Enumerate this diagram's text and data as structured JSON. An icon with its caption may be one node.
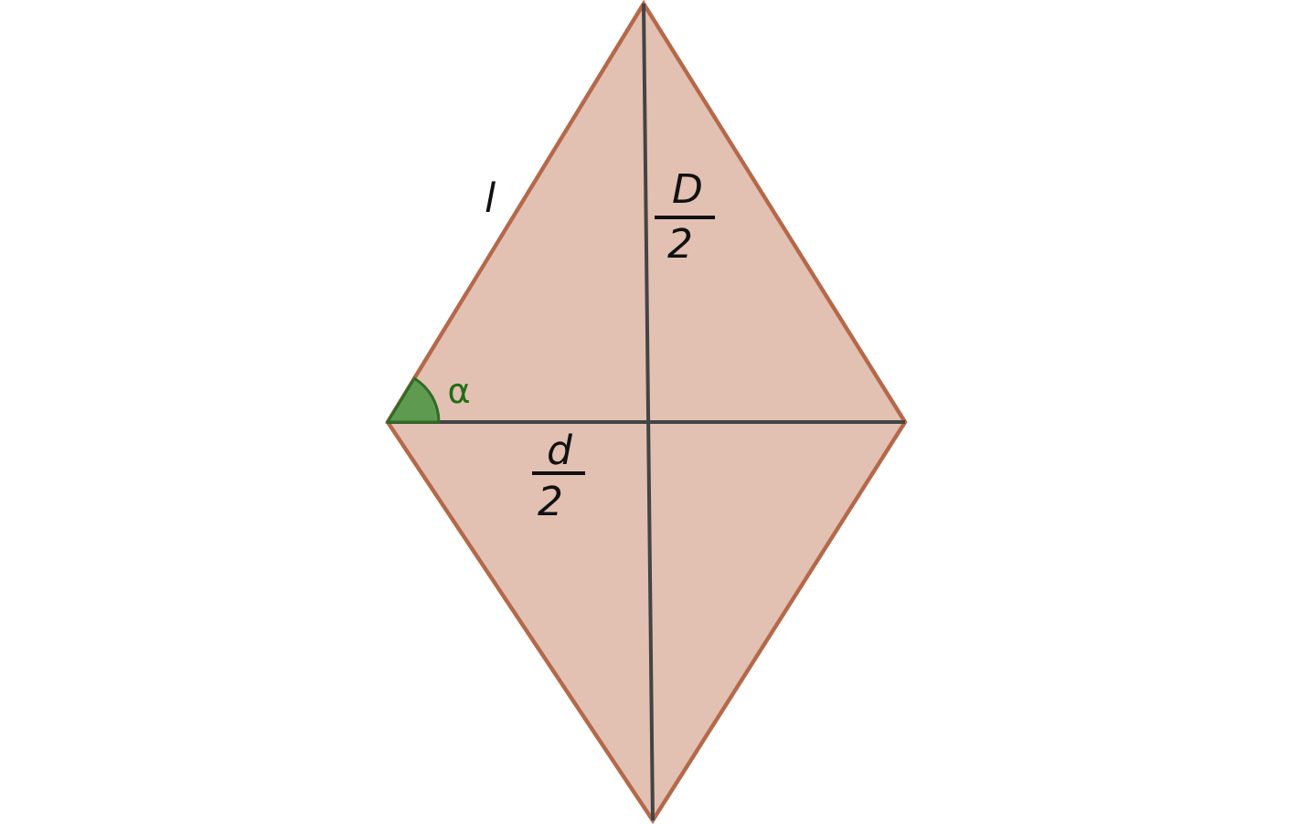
{
  "diagram": {
    "labels": [
      "l",
      "D",
      "2",
      "α",
      "d",
      "2"
    ]
  }
}
